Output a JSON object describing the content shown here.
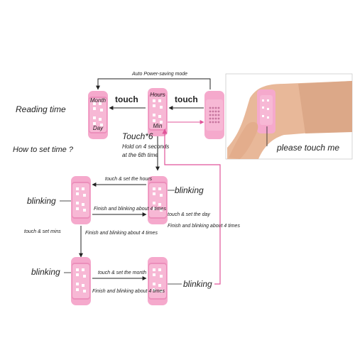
{
  "labels": {
    "auto_power": "Auto Power-saving mode",
    "touch_left": "touch",
    "touch_right": "touch",
    "reading_time": "Reading time",
    "touch6": "Touch*6",
    "hold1": "Hold on 4 seconds",
    "hold2": "at the 6th time",
    "how_to": "How to set time ?",
    "please": "please touch me",
    "set_hours": "touch & set the hours",
    "finish_hours": "Finish and blinking about 4 times",
    "set_day": "touch & set the day",
    "finish_day": "Finish and blinking about 4 times",
    "set_mins": "touch & set mins",
    "finish_mins": "Finish and blinking about 4 times",
    "set_month": "touch & set the month",
    "finish_month": "Finish and blinking about 4 times",
    "blink_b2": "blinking",
    "blink_b1": "blinking",
    "blink_c1": "blinking",
    "blink_c2": "blinking"
  },
  "watch_labels": {
    "month": "Month",
    "day": "Day",
    "hours": "Hours",
    "min": "Min"
  },
  "icons": [
    "watch-icon",
    "wrist-photo",
    "finger-icon"
  ],
  "colors": {
    "watch_pink": "#f3a6c8",
    "watch_pink_dark": "#e58bb3",
    "arrow_magenta": "#e0559a",
    "arrow_black": "#222222"
  }
}
